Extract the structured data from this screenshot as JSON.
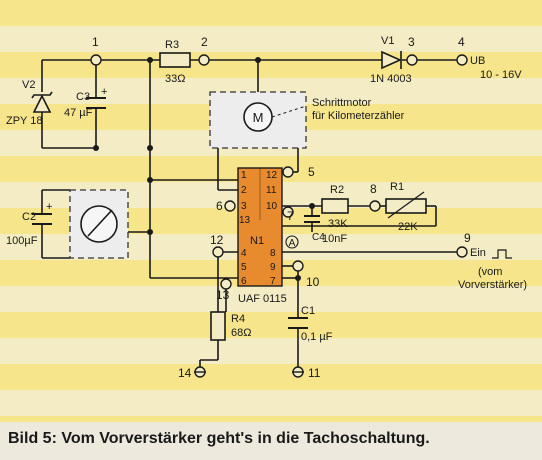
{
  "colors": {
    "background_stripe": "#f6e58a",
    "background": "#f3ecc4",
    "ic_fill": "#e88a2e",
    "dashed_box": "#ededed",
    "line": "#1a1a1a"
  },
  "caption": "Bild 5: Vom Vorverstärker geht's in die Tachoschaltung.",
  "nodes": [
    "1",
    "2",
    "3",
    "4",
    "5",
    "6",
    "7",
    "8",
    "9",
    "10",
    "11",
    "12",
    "13",
    "14"
  ],
  "supply_label": "UB",
  "supply_range": "10 - 16V",
  "components": {
    "V1": {
      "ref": "V1",
      "value": "1N 4003"
    },
    "V2": {
      "ref": "V2",
      "value": "ZPY 18"
    },
    "R3": {
      "ref": "R3",
      "value": "33Ω"
    },
    "C3": {
      "ref": "C3",
      "value": "47 µF",
      "polarity": "+"
    },
    "C2": {
      "ref": "C2",
      "value": "100µF",
      "polarity": "+"
    },
    "R2": {
      "ref": "R2",
      "value": "33K"
    },
    "R1": {
      "ref": "R1",
      "value": "22K"
    },
    "C4": {
      "ref": "C4",
      "value": "10nF"
    },
    "R4": {
      "ref": "R4",
      "value": "68Ω"
    },
    "C1": {
      "ref": "C1",
      "value": "0,1 µF"
    },
    "N1": {
      "ref": "N1",
      "value": "UAF 0115"
    }
  },
  "motor": {
    "symbol": "M",
    "label_line1": "Schrittmotor",
    "label_line2": "für Kilometerzähler"
  },
  "ic_pins_left": [
    "1",
    "2",
    "3",
    "13",
    "4",
    "5",
    "6"
  ],
  "ic_pins_right": [
    "12",
    "11",
    "10",
    "8",
    "9",
    "7"
  ],
  "marker_A": "A",
  "input": {
    "label": "Ein",
    "note_line1": "(vom",
    "note_line2": "Vorverstärker)"
  }
}
